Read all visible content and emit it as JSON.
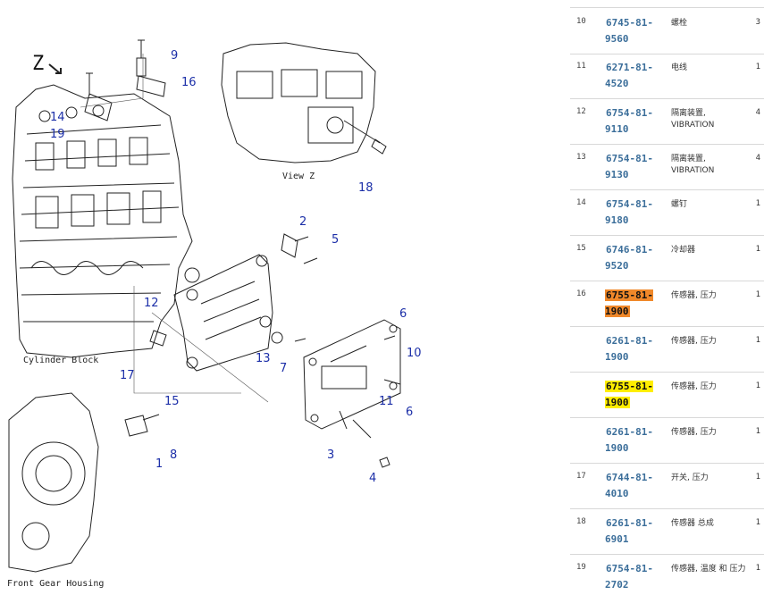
{
  "diagram": {
    "labels": {
      "z_mark": "Z",
      "view_z": "View Z",
      "cylinder_block": "Cylinder Block",
      "front_gear_housing": "Front Gear Housing"
    },
    "callouts": [
      "1",
      "2",
      "3",
      "4",
      "5",
      "6",
      "6",
      "7",
      "8",
      "9",
      "10",
      "11",
      "12",
      "13",
      "14",
      "15",
      "16",
      "17",
      "18",
      "19"
    ]
  },
  "parts": [
    {
      "no": "10",
      "pn": "6745-81-9560",
      "desc": "螺栓",
      "qty": "3",
      "highlight": null
    },
    {
      "no": "11",
      "pn": "6271-81-4520",
      "desc": "电线",
      "qty": "1",
      "highlight": null
    },
    {
      "no": "12",
      "pn": "6754-81-9110",
      "desc": "隔离装置, VIBRATION",
      "qty": "4",
      "highlight": null
    },
    {
      "no": "13",
      "pn": "6754-81-9130",
      "desc": "隔离装置, VIBRATION",
      "qty": "4",
      "highlight": null
    },
    {
      "no": "14",
      "pn": "6754-81-9180",
      "desc": "螺钉",
      "qty": "1",
      "highlight": null
    },
    {
      "no": "15",
      "pn": "6746-81-9520",
      "desc": "冷却器",
      "qty": "1",
      "highlight": null
    },
    {
      "no": "16",
      "pn": "6755-81-1900",
      "desc": "传感器, 压力",
      "qty": "1",
      "highlight": "#f0882a"
    },
    {
      "no": "",
      "pn": "6261-81-1900",
      "desc": "传感器, 压力",
      "qty": "1",
      "highlight": null
    },
    {
      "no": "",
      "pn": "6755-81-1900",
      "desc": "传感器, 压力",
      "qty": "1",
      "highlight": "#ffee00"
    },
    {
      "no": "",
      "pn": "6261-81-1900",
      "desc": "传感器, 压力",
      "qty": "1",
      "highlight": null
    },
    {
      "no": "17",
      "pn": "6744-81-4010",
      "desc": "开关, 压力",
      "qty": "1",
      "highlight": null
    },
    {
      "no": "18",
      "pn": "6261-81-6901",
      "desc": "传感器 总成",
      "qty": "1",
      "highlight": null
    },
    {
      "no": "19",
      "pn": "6754-81-2702",
      "desc": "传感器, 温度 和 压力",
      "qty": "1",
      "highlight": null
    }
  ],
  "colors": {
    "callout": "#1c2fa8",
    "link": "#3b6e9a",
    "hl_orange": "#f0882a",
    "hl_yellow": "#ffee00"
  }
}
